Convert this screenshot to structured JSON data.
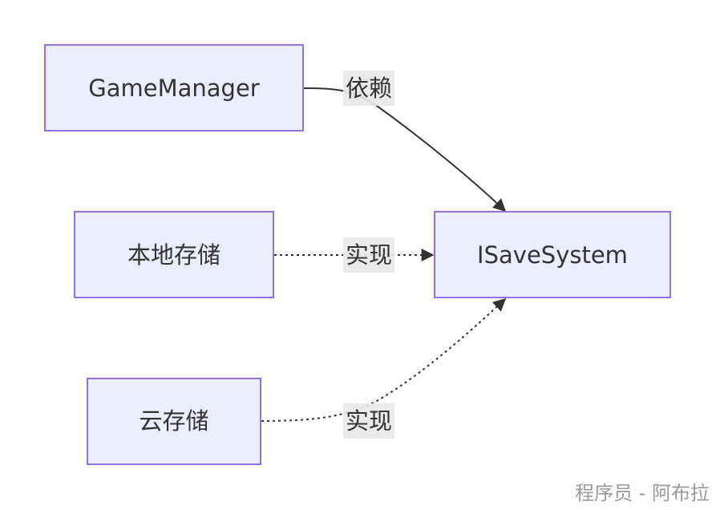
{
  "nodes": {
    "game_manager": "GameManager",
    "local_storage": "本地存储",
    "cloud_storage": "云存储",
    "isave_system": "ISaveSystem"
  },
  "edges": {
    "depends_label": "依赖",
    "implements_local_label": "实现",
    "implements_cloud_label": "实现"
  },
  "colors": {
    "node_fill": "#ECECFF",
    "node_stroke": "#9370DB",
    "line": "#333333",
    "label_bg": "#E8E8E8"
  },
  "watermark": "程序员 - 阿布拉"
}
